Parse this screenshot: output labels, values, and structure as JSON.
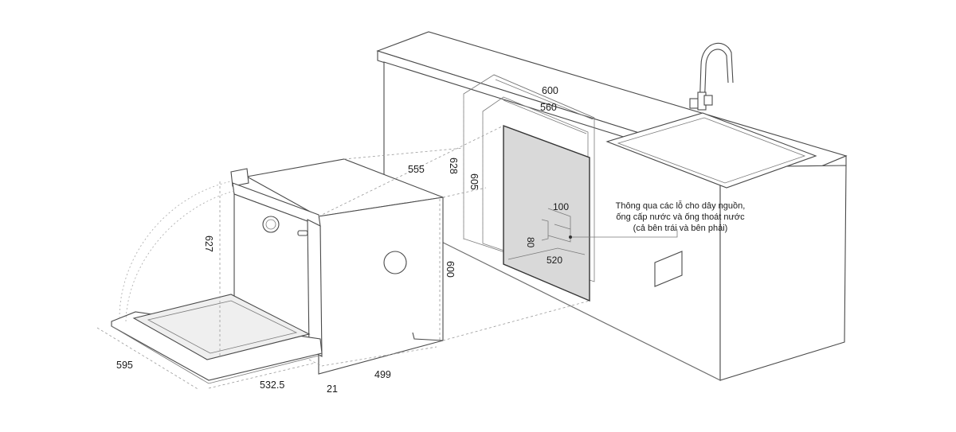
{
  "dimensions": {
    "cabinet_width_outer": "600",
    "cabinet_width_inner": "560",
    "cabinet_height_outer": "628",
    "cabinet_height_inner": "605",
    "dishwasher_depth": "555",
    "dishwasher_height": "600",
    "dishwasher_body_depth": "499",
    "door_thickness": "21",
    "door_open_depth": "532.5",
    "overall_depth_open": "595",
    "door_height": "627",
    "cutout_width": "100",
    "cutout_height": "80",
    "base_width": "520"
  },
  "note": {
    "line1": "Thông qua các lỗ cho dây nguồn,",
    "line2": "ống cấp nước và ống thoát nước",
    "line3": "(cả bên trái và bên phải)"
  }
}
